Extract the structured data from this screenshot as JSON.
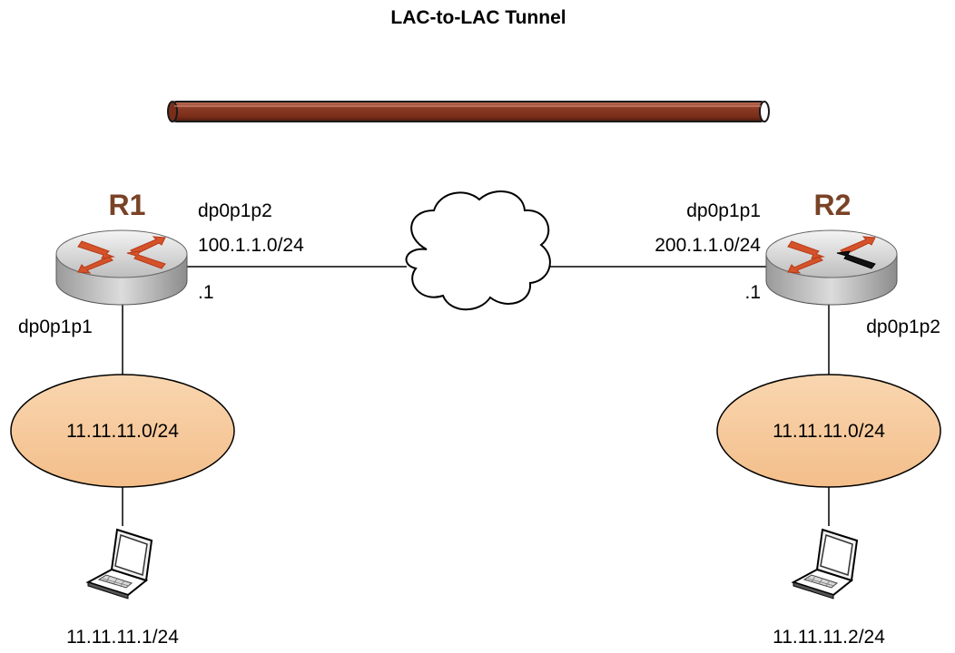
{
  "title": "LAC-to-LAC Tunnel",
  "colors": {
    "tunnel": "#8a3a24",
    "router_name": "#7a4226",
    "network_fill": "#f6c89b",
    "router_arrow": "#d4532a",
    "line": "#000000"
  },
  "tunnel": {
    "icon": "tunnel-pipe-icon"
  },
  "cloud": {
    "icon": "cloud-icon"
  },
  "r1": {
    "name": "R1",
    "icon": "router-icon",
    "wan_if": "dp0p1p2",
    "wan_net": "100.1.1.0/24",
    "wan_host": ".1",
    "lan_if": "dp0p1p1",
    "lan_net": "11.11.11.0/24",
    "host_ip": "11.11.11.1/24",
    "host_icon": "laptop-icon"
  },
  "r2": {
    "name": "R2",
    "icon": "router-icon",
    "wan_if": "dp0p1p1",
    "wan_net": "200.1.1.0/24",
    "wan_host": ".1",
    "lan_if": "dp0p1p2",
    "lan_net": "11.11.11.0/24",
    "host_ip": "11.11.11.2/24",
    "host_icon": "laptop-icon"
  }
}
